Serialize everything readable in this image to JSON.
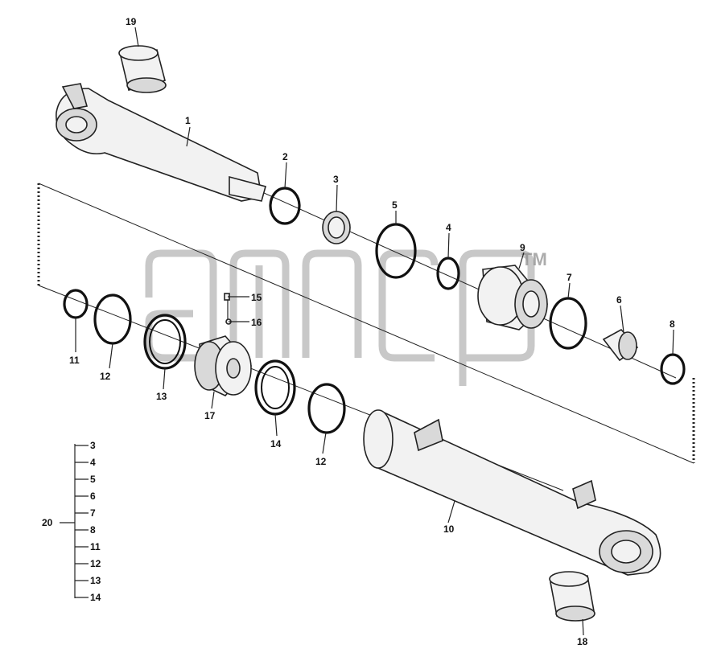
{
  "callouts": {
    "c1": "1",
    "c2": "2",
    "c3": "3",
    "c4": "4",
    "c5": "5",
    "c6": "6",
    "c7": "7",
    "c8": "8",
    "c9": "9",
    "c10": "10",
    "c11": "11",
    "c12a": "12",
    "c12b": "12",
    "c13": "13",
    "c14": "14",
    "c15": "15",
    "c16": "16",
    "c17": "17",
    "c18": "18",
    "c19": "19",
    "c20": "20"
  },
  "kit": {
    "label": "20",
    "items": [
      "3",
      "4",
      "5",
      "6",
      "7",
      "8",
      "11",
      "12",
      "13",
      "14"
    ]
  },
  "watermark": {
    "trademark": "TM"
  }
}
